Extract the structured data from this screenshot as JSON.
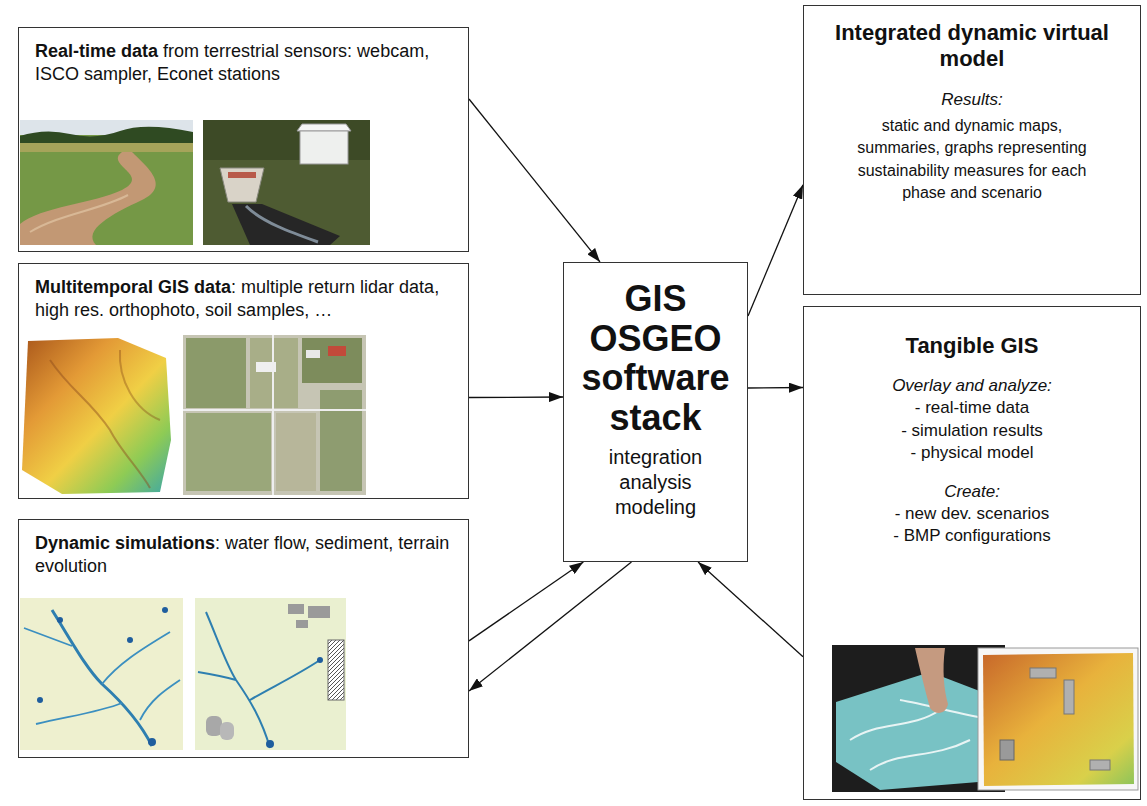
{
  "diagram": {
    "nodes": [
      {
        "text": [
          "Real-time data",
          "from terrestrial sensors: webcam, ISCO sampler, Econet stations"
        ]
      },
      {
        "text": [
          "Multitemporal GIS data",
          ": multiple return lidar data, high res. orthophoto, soil samples, …"
        ]
      },
      {
        "text": [
          "Dynamic simulations",
          ": water flow, sediment, terrain evolution"
        ]
      },
      {
        "text": [
          "GIS OSGEO software stack",
          "integration analysis modeling"
        ]
      },
      {
        "text": [
          "Integrated dynamic virtual model",
          "Results:",
          "static and dynamic maps, summaries, graphs representing sustainability measures for each phase and scenario"
        ]
      },
      {
        "text": [
          "Tangible GIS",
          "Overlay and analyze:",
          "- real-time data",
          "- simulation results",
          "- physical model",
          "Create:",
          "- new dev. scenarios",
          "- BMP configurations"
        ]
      }
    ],
    "edges": [
      {
        "from": 0,
        "to": 3,
        "arrow": "to"
      },
      {
        "from": 1,
        "to": 3,
        "arrow": "to"
      },
      {
        "from": 2,
        "to": 3,
        "arrow": "to"
      },
      {
        "from": 3,
        "to": 2,
        "arrow": "to"
      },
      {
        "from": 3,
        "to": 4,
        "arrow": "to"
      },
      {
        "from": 3,
        "to": 5,
        "arrow": "to"
      },
      {
        "from": 5,
        "to": 3,
        "arrow": "to"
      }
    ]
  }
}
